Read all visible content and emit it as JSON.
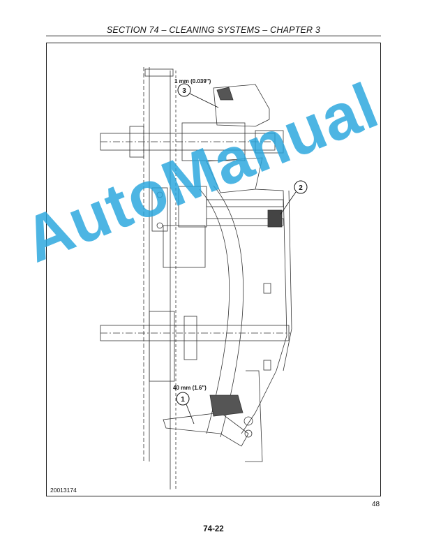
{
  "header": {
    "title": "SECTION 74 – CLEANING SYSTEMS – CHAPTER 3"
  },
  "figure": {
    "id": "20013174",
    "number": "48",
    "callouts": [
      {
        "num": "1",
        "label": "40 mm (1.6\")"
      },
      {
        "num": "2",
        "label": ""
      },
      {
        "num": "3",
        "label": "1 mm (0.039\")"
      }
    ]
  },
  "watermark": "AutoManual",
  "footer": {
    "page": "74-22"
  }
}
